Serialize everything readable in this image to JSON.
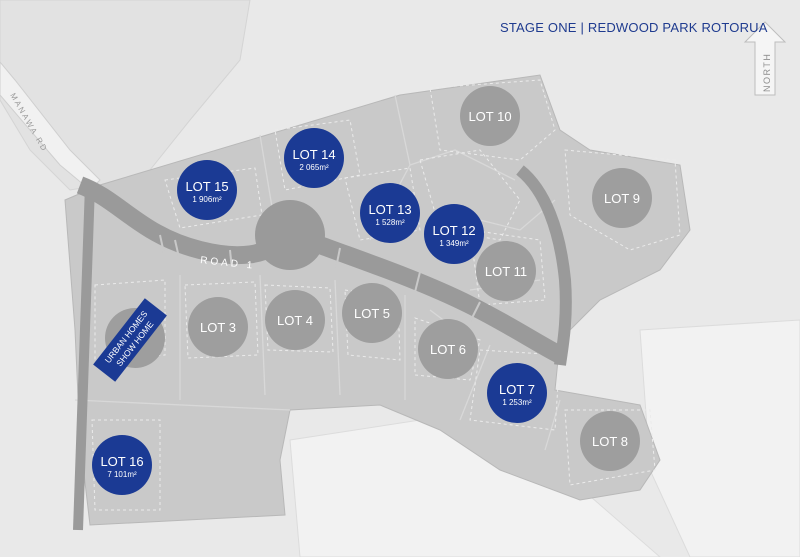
{
  "header": {
    "title": "STAGE ONE | REDWOOD PARK ROTORUA"
  },
  "compass": {
    "label": "NORTH",
    "icon": "north-arrow-icon"
  },
  "roads": {
    "road_one": "ROAD 1",
    "side_road": "MANAWA RD"
  },
  "show_home": {
    "line1": "URBAN HOMES",
    "line2": "SHOW HOME"
  },
  "colors": {
    "available": "#1b3a94",
    "sold": "#9e9e9e",
    "lot_fill": "#c9c9c9",
    "road": "#9a9a9a",
    "background": "#e9e9e9"
  },
  "lots": [
    {
      "name": "LOT 3",
      "area": "",
      "status": "sold"
    },
    {
      "name": "LOT 4",
      "area": "",
      "status": "sold"
    },
    {
      "name": "LOT 5",
      "area": "",
      "status": "sold"
    },
    {
      "name": "LOT 6",
      "area": "",
      "status": "sold"
    },
    {
      "name": "LOT 7",
      "area": "1 253m²",
      "status": "available"
    },
    {
      "name": "LOT 8",
      "area": "",
      "status": "sold"
    },
    {
      "name": "LOT 9",
      "area": "",
      "status": "sold"
    },
    {
      "name": "LOT 10",
      "area": "",
      "status": "sold"
    },
    {
      "name": "LOT 11",
      "area": "",
      "status": "sold"
    },
    {
      "name": "LOT 12",
      "area": "1 349m²",
      "status": "available"
    },
    {
      "name": "LOT 13",
      "area": "1 528m²",
      "status": "available"
    },
    {
      "name": "LOT 14",
      "area": "2 065m²",
      "status": "available"
    },
    {
      "name": "LOT 15",
      "area": "1 906m²",
      "status": "available"
    },
    {
      "name": "LOT 16",
      "area": "7 101m²",
      "status": "available"
    }
  ]
}
